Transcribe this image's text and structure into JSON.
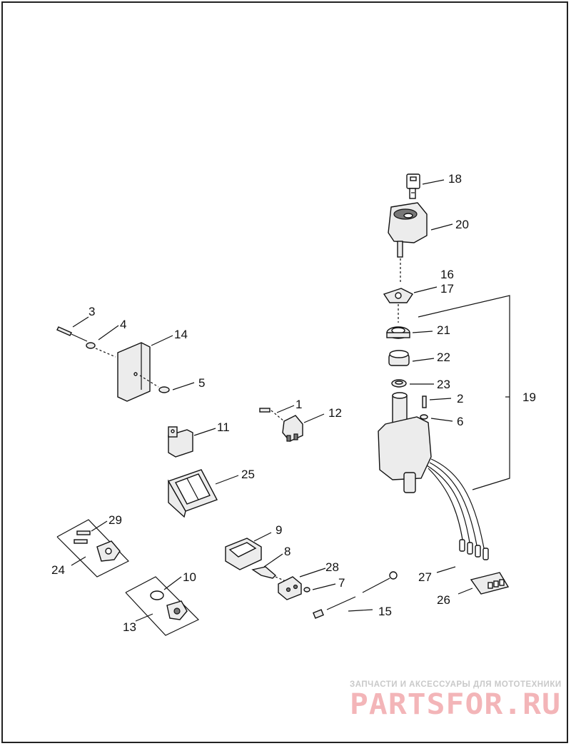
{
  "callouts": {
    "n1": "1",
    "n2": "2",
    "n3": "3",
    "n4": "4",
    "n5": "5",
    "n6": "6",
    "n7": "7",
    "n8": "8",
    "n9": "9",
    "n10": "10",
    "n11": "11",
    "n12": "12",
    "n13": "13",
    "n14": "14",
    "n15": "15",
    "n16": "16",
    "n17": "17",
    "n18": "18",
    "n19": "19",
    "n20": "20",
    "n21": "21",
    "n22": "22",
    "n23": "23",
    "n24": "24",
    "n25": "25",
    "n26": "26",
    "n27": "27",
    "n28": "28",
    "n29": "29"
  },
  "watermark": {
    "tagline": "ЗАПЧАСТИ И АКСЕССУАРЫ ДЛЯ МОТОТЕХНИКИ",
    "logo": "PARTSFOR.RU"
  }
}
